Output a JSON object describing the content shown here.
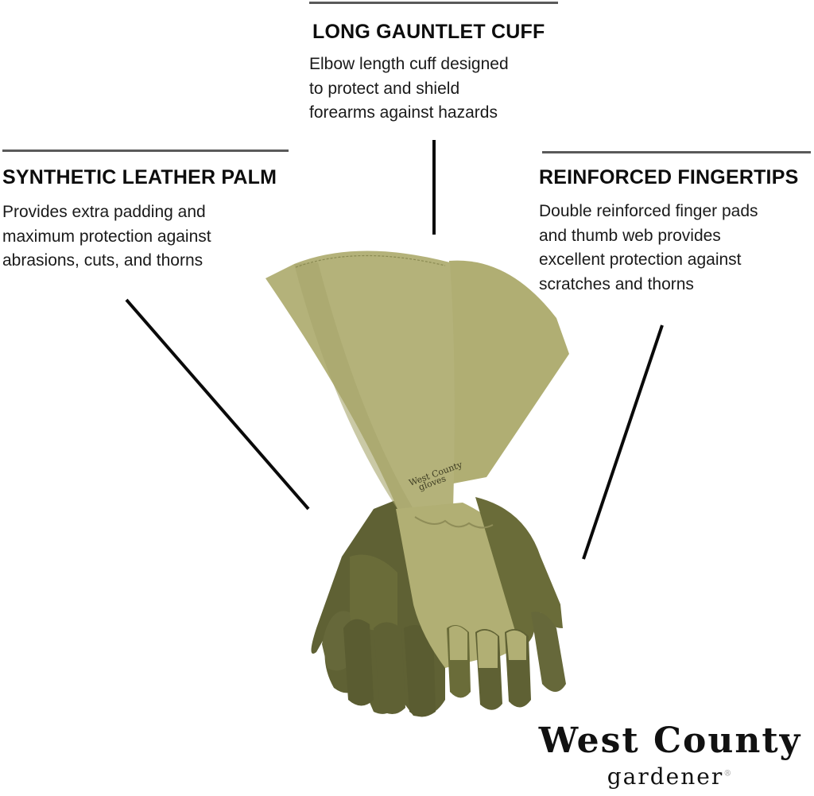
{
  "callouts": {
    "cuff": {
      "title": "LONG GAUNTLET CUFF",
      "lines": [
        "Elbow length cuff designed",
        "to protect and shield",
        "forearms against hazards"
      ]
    },
    "palm": {
      "title": "SYNTHETIC LEATHER PALM",
      "lines": [
        "Provides extra padding and",
        "maximum protection against",
        "abrasions, cuts, and thorns"
      ]
    },
    "fingertips": {
      "title": "REINFORCED FINGERTIPS",
      "lines": [
        "Double reinforced finger pads",
        "and thumb web provides",
        "excellent protection against",
        "scratches and thorns"
      ]
    }
  },
  "product": {
    "embroidery_line1": "West County",
    "embroidery_line2": "gloves",
    "icon": "gauntlet-glove-pair"
  },
  "brand": {
    "name_top": "West County",
    "name_bottom": "gardener",
    "mark": "®"
  },
  "colors": {
    "cuff_light": "#b4b27a",
    "cuff_shadow": "#a09f63",
    "leather_dark": "#5f6134",
    "leather_mid": "#787a44",
    "rule_gray": "#5a5a5a",
    "pointer_black": "#0a0a0a"
  }
}
